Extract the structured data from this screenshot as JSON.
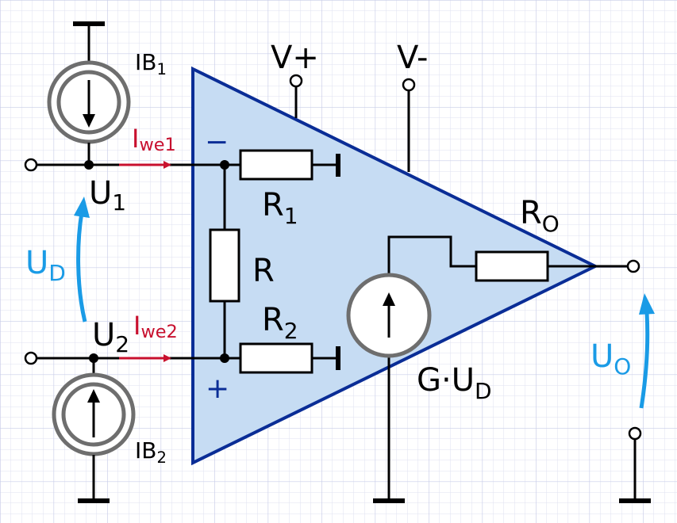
{
  "labels": {
    "v_plus": "V+",
    "v_minus": "V-",
    "ib1": "IB",
    "ib1_sub": "1",
    "ib2": "IB",
    "ib2_sub": "2",
    "iwe1": "I",
    "iwe1_sub": "we1",
    "iwe2": "I",
    "iwe2_sub": "we2",
    "u1": "U",
    "u1_sub": "1",
    "u2": "U",
    "u2_sub": "2",
    "ud": "U",
    "ud_sub": "D",
    "r1": "R",
    "r1_sub": "1",
    "r": "R",
    "r2": "R",
    "r2_sub": "2",
    "ro": "R",
    "ro_sub": "O",
    "gain": "G·U",
    "gain_sub": "D",
    "uo": "U",
    "uo_sub": "O",
    "minus_sign": "−",
    "plus_sign": "+"
  },
  "colors": {
    "grid_line": "#c8cde8",
    "triangle_fill": "#c6dcf3",
    "triangle_stroke": "#0a2d96",
    "current_source_ring": "#6e6e6e",
    "current_arrow_red": "#c8102e",
    "voltage_arrow_blue": "#1a9be6",
    "sign_blue": "#0a2d96"
  }
}
